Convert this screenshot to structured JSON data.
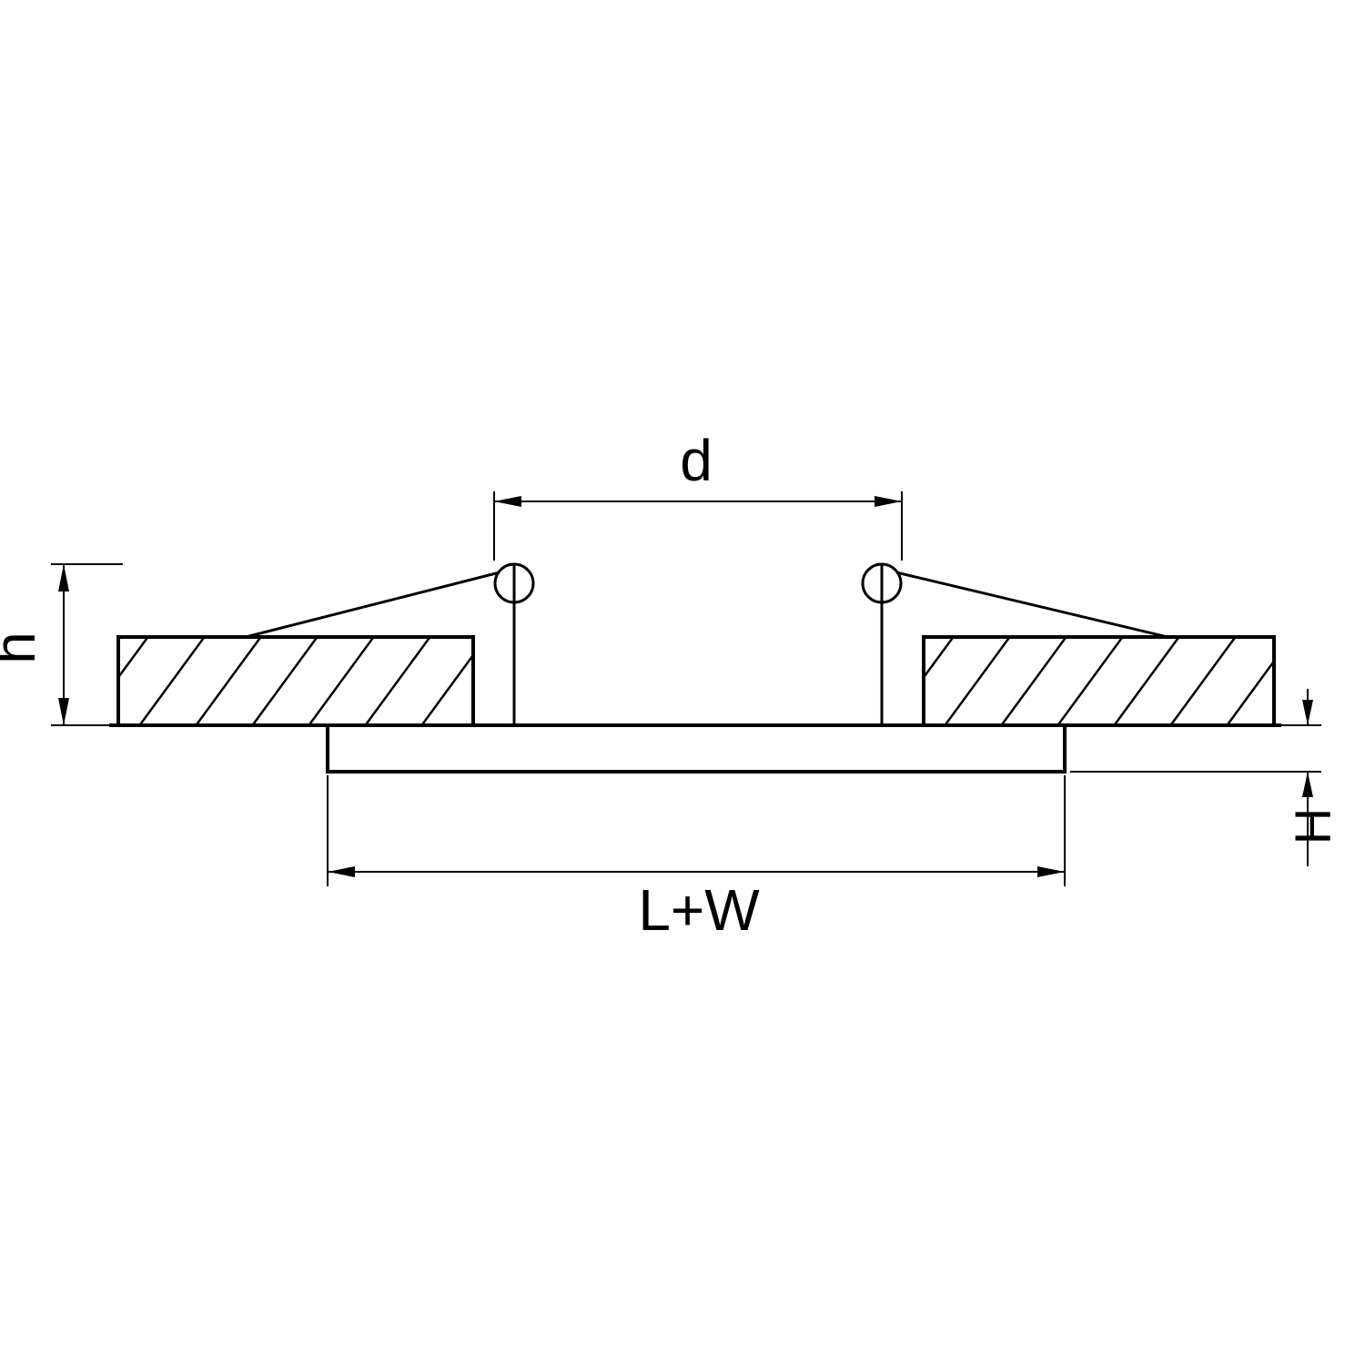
{
  "diagram": {
    "labels": {
      "top_dimension": "d",
      "left_dimension": "h",
      "right_dimension": "H",
      "bottom_dimension": "L+W"
    },
    "colors": {
      "line": "#000000",
      "background": "#ffffff"
    }
  }
}
